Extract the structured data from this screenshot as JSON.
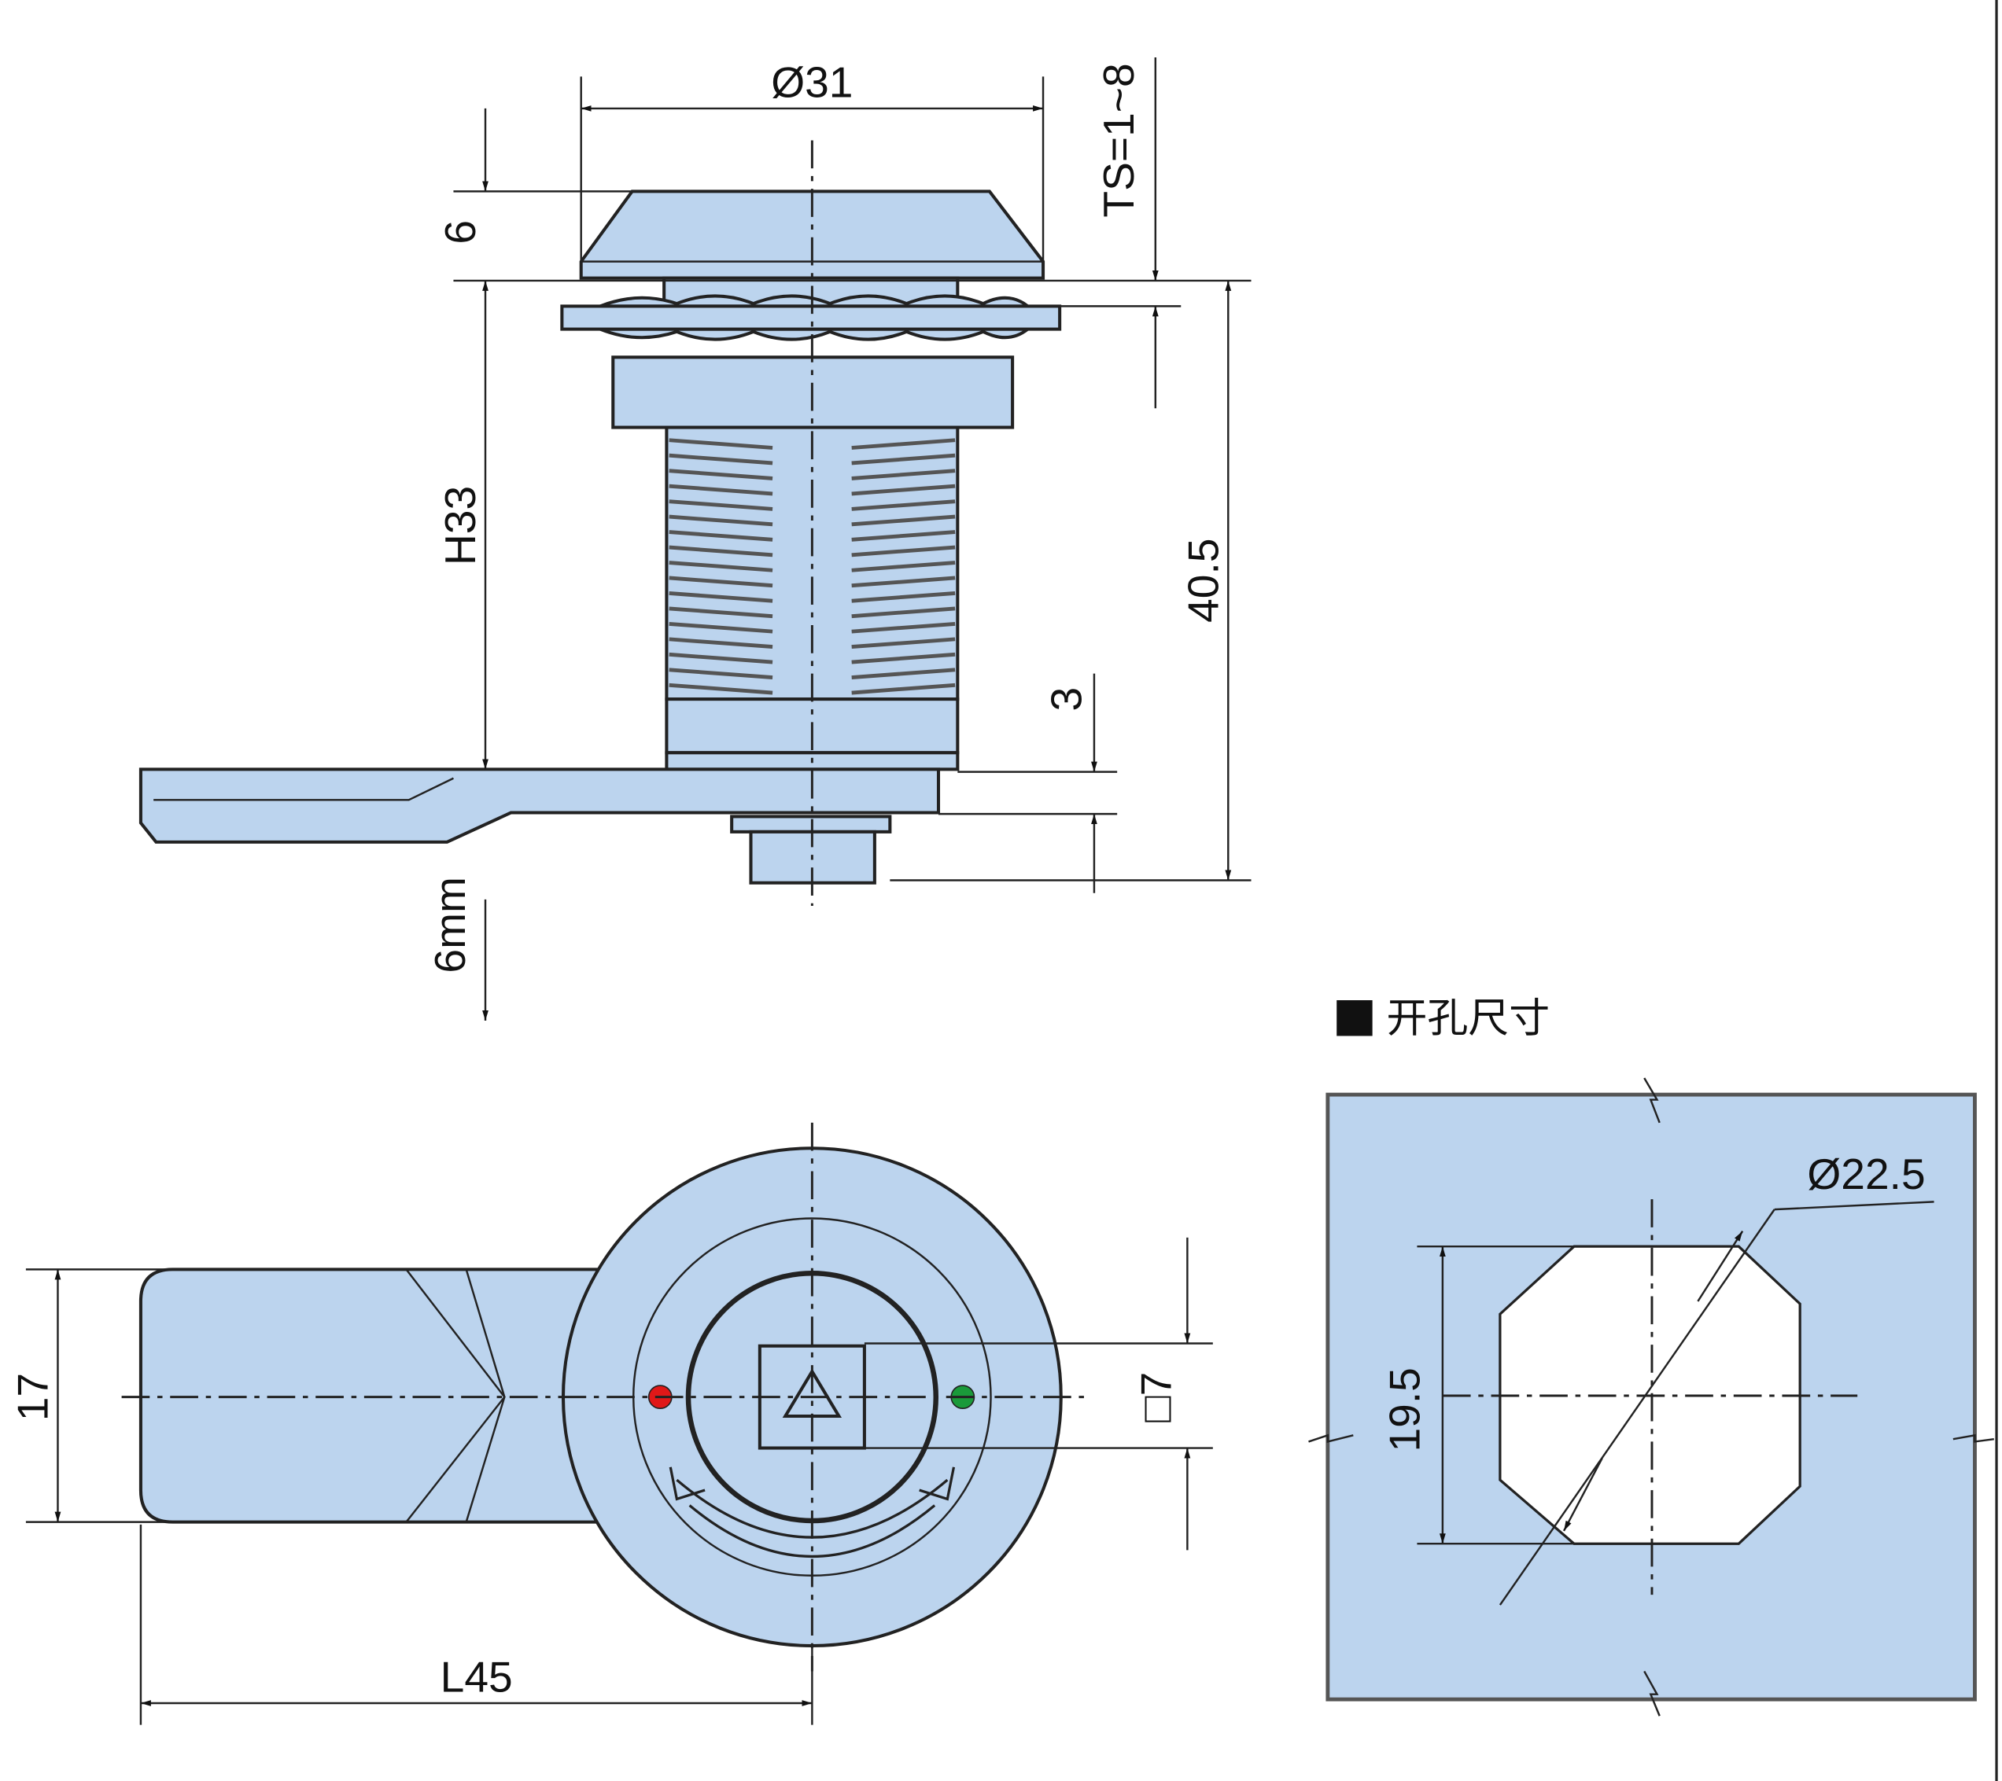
{
  "colors": {
    "part_fill": "#bcd4ee",
    "line": "#222222",
    "red_indicator": "#e01818",
    "green_indicator": "#1a9a3a"
  },
  "side_view": {
    "dims": {
      "diameter": "Ø31",
      "cap_height": "6",
      "thickness": "TS=1~8",
      "height": "H33",
      "total": "40.5",
      "cam_thickness": "3",
      "cam_offset": "6mm"
    }
  },
  "front_view": {
    "dims": {
      "width": "17",
      "length": "L45",
      "square": "□7"
    }
  },
  "cutout": {
    "heading": "开孔尺寸",
    "dims": {
      "diameter": "Ø22.5",
      "flat": "19.5"
    }
  }
}
